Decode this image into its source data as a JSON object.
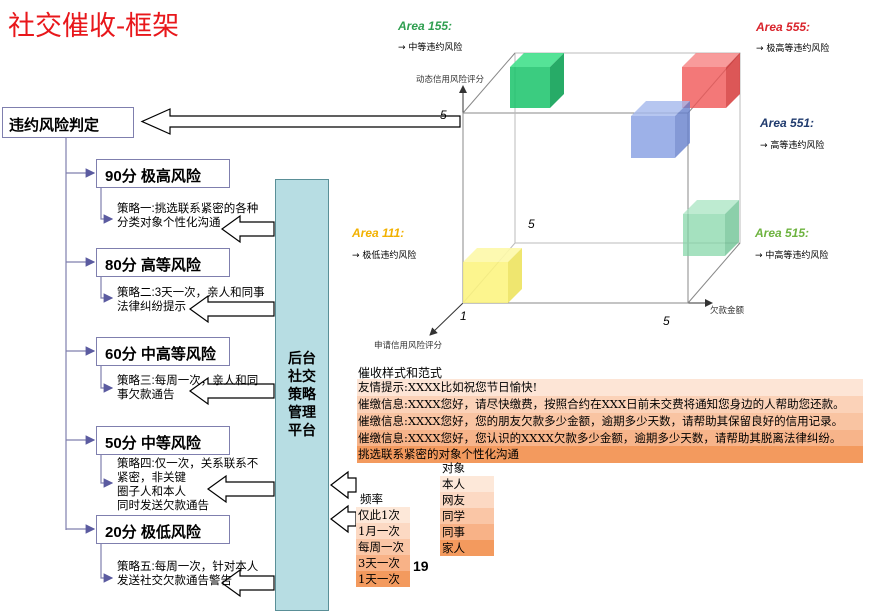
{
  "title": "社交催收-框架",
  "root": {
    "label": "违约风险判定"
  },
  "levels": [
    {
      "label": "90分 极高风险",
      "strategy": [
        "策略一:挑选联系紧密的各种",
        "分类对象个性化沟通"
      ]
    },
    {
      "label": "80分 高等风险",
      "strategy": [
        "策略二:3天一次，亲人和同事",
        "法律纠纷提示"
      ]
    },
    {
      "label": "60分 中高等风险",
      "strategy": [
        "策略三:每周一次，亲人和同",
        "事欠款通告"
      ]
    },
    {
      "label": "50分  中等风险",
      "strategy": [
        "策略四:仅一次，关系联系不",
        "紧密，非关键",
        "圈子人和本人",
        "同时发送欠款通告"
      ]
    },
    {
      "label": "20分  极低风险",
      "strategy": [
        "策略五:每周一次，针对本人",
        "发送社交欠款通告警告"
      ]
    }
  ],
  "platform": {
    "lines": [
      "后台",
      "社交",
      "策略",
      "管理",
      "平台"
    ]
  },
  "cube": {
    "axes": {
      "vertical": "动态信用风险评分",
      "horizontal": "欠款金额",
      "depth": "申请信用风险评分"
    },
    "ticks": {
      "top": "5",
      "mid": "5",
      "origin": "1",
      "right": "5"
    },
    "areas": [
      {
        "name": "Area 155:",
        "desc": "中等违约风险",
        "color": "#2e9e4f"
      },
      {
        "name": "Area 555:",
        "desc": "极高等违约风险",
        "color": "#d9232b"
      },
      {
        "name": "Area 551:",
        "desc": "高等违约风险",
        "color": "#1f3a6d"
      },
      {
        "name": "Area 111:",
        "desc": "极低违约风险",
        "color": "#f2b100"
      },
      {
        "name": "Area 515:",
        "desc": "中高等违约风险",
        "color": "#6db33f"
      }
    ]
  },
  "messages": {
    "title": "催收样式和范式",
    "items": [
      "友情提示:XXXX比如祝您节日愉快!",
      "催缴信息:XXXX您好，请尽快缴费，按照合约在XXX日前未交费将通知您身边的人帮助您还款。",
      "催缴信息:XXXX您好，您的朋友欠款多少金额，逾期多少天数，请帮助其保留良好的信用记录。",
      "催缴信息:XXXX您好，您认识的XXXX欠款多少金额，逾期多少天数，请帮助其脱离法律纠纷。",
      "挑选联系紧密的对象个性化沟通"
    ]
  },
  "frequency": {
    "header": "频率",
    "items": [
      "仅此1次",
      "1月一次",
      "每周一次",
      "3天一次",
      "1天一次"
    ]
  },
  "targets": {
    "header": "对象",
    "items": [
      "本人",
      "网友",
      "同学",
      "同事",
      "家人"
    ]
  },
  "page_number": "19"
}
